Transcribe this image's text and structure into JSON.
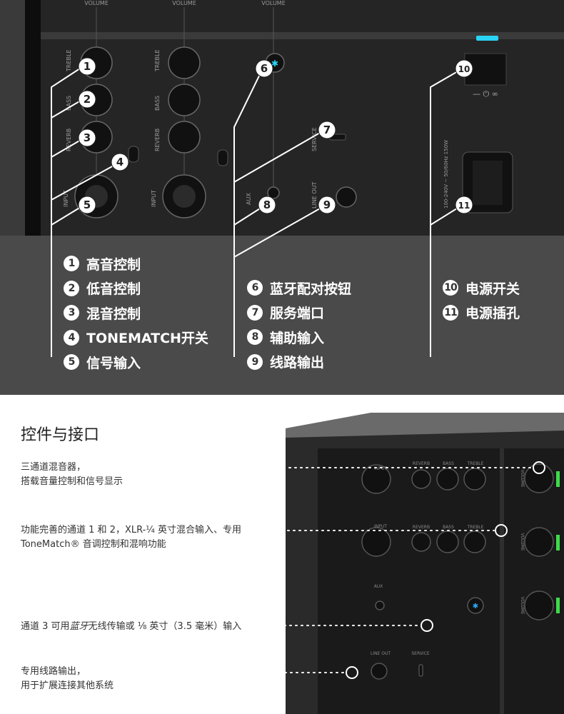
{
  "top_panel": {
    "panel_labels": {
      "treble": "TREBLE",
      "bass": "BASS",
      "reverb": "REVERB",
      "input": "INPUT",
      "service": "SERVICE",
      "aux": "AUX",
      "line_out": "LINE OUT",
      "volume": "VOLUME",
      "power_rating": "100-240V ~ 50/60Hz 150W"
    },
    "callout_numbers": [
      "1",
      "2",
      "3",
      "4",
      "5",
      "6",
      "7",
      "8",
      "9",
      "10",
      "11"
    ],
    "legend_groups": [
      [
        {
          "num": "1",
          "label": "高音控制"
        },
        {
          "num": "2",
          "label": "低音控制"
        },
        {
          "num": "3",
          "label": "混音控制"
        },
        {
          "num": "4",
          "label": "TONEMATCH开关"
        },
        {
          "num": "5",
          "label": "信号输入"
        }
      ],
      [
        {
          "num": "6",
          "label": "蓝牙配对按钮"
        },
        {
          "num": "7",
          "label": "服务端口"
        },
        {
          "num": "8",
          "label": "辅助输入"
        },
        {
          "num": "9",
          "label": "线路输出"
        }
      ],
      [
        {
          "num": "10",
          "label": "电源开关"
        },
        {
          "num": "11",
          "label": "电源插孔"
        }
      ]
    ],
    "led_color": "#29d3f5"
  },
  "bottom": {
    "title": "控件与接口",
    "features": [
      {
        "line1": "三通道混音器，",
        "line2": "搭载音量控制和信号显示"
      },
      {
        "line1": "功能完善的通道 1 和 2，XLR-¼ 英寸混合输入、专用",
        "line2": "ToneMatch®  音调控制和混响功能"
      },
      {
        "line1_a": "通道 3 可用",
        "line1_b": "蓝牙",
        "line1_c": "无线传输或 ⅛ 英寸（3.5 毫米）输入"
      },
      {
        "line1": "专用线路输出，",
        "line2": "用于扩展连接其他系统"
      }
    ],
    "panel_labels": {
      "input": "INPUT",
      "reverb": "REVERB",
      "bass": "BASS",
      "treble": "TREBLE",
      "aux": "AUX",
      "line_out": "LINE OUT",
      "service": "SERVICE",
      "volume": "VOLUME"
    },
    "signal_led_color": "#3ddc4a"
  }
}
